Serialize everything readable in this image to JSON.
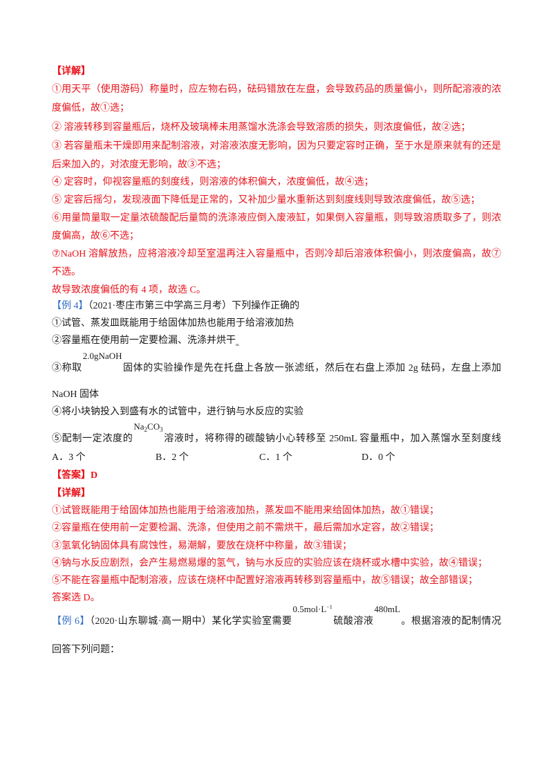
{
  "colors": {
    "red": "#e8141c",
    "blue": "#2f6fc4",
    "black": "#1a1a1a"
  },
  "detail1": {
    "heading": "【详解】",
    "lines": [
      "①用天平（使用游码）称量时，应左物右码，砝码错放在左盘，会导致药品的质量偏小，则所配溶液的浓",
      "度偏低，故①选；",
      "② 溶液转移到容量瓶后，烧杯及玻璃棒未用蒸馏水洗涤会导致溶质的损失，则浓度偏低，故②选；",
      "③ 若容量瓶未干燥即用来配制溶液，对溶液浓度无影响，因为只要定容时正确，至于水是原来就有的还是",
      "后来加入的，对浓度无影响，故③不选；",
      "④ 定容时，仰视容量瓶的刻度线，则溶液的体积偏大，浓度偏低，故④选；",
      "⑤ 定容后摇匀，发现液面下降低是正常的，又补加少量水重新达到刻度线则导致浓度偏低，故⑤选；",
      "⑥用量筒量取一定量浓硫酸配后量筒的洗涤液应倒入废液缸，如果倒入容量瓶，则导致溶质取多了，则浓",
      "度偏高，故⑥不选；",
      "⑦NaOH 溶解放热，应将溶液冷却至室温再注入容量瓶中，否则冷却后溶液体积偏小，则浓度偏高，故⑦",
      "不选。",
      "故导致浓度偏低的有 4 项，故选 C。"
    ]
  },
  "example4": {
    "tag": "【例 4】",
    "stem": "（2021·枣庄市第三中学高三月考）下列操作正确的",
    "item1": "①试管、蒸发皿既能用于给固体加热也能用于给溶液加热",
    "item2": "②容量瓶在使用前一定要检漏、洗涤并烘干",
    "item2_mark": "ₘ",
    "item3_a": "③称取",
    "item3_formula": "2.0gNaOH",
    "item3_b": "固体的实验操作是先在托盘上各放一张滤纸，然后在右盘上添加 2g 砝码，左盘上添加",
    "item3_c": "NaOH 固体",
    "item4": "④将小块钠投入到盛有水的试管中，进行钠与水反应的实验",
    "item5_a": "⑤配制一定浓度的",
    "item5_formula": {
      "p1": "Na",
      "s1": "2",
      "p2": "CO",
      "s2": "3"
    },
    "item5_b": "溶液时，将称得的碳酸钠小心转移至 250mL 容量瓶中，加入蒸馏水至刻度线",
    "options": [
      "A．3 个",
      "B．2 个",
      "C．1 个",
      "D．0 个"
    ],
    "answer_label": "【答案】",
    "answer_value": "D",
    "detail_heading": "【详解】",
    "detail_lines": [
      "①试管既能用于给固体加热也能用于给溶液加热，蒸发皿不能用来给固体加热，故①错误；",
      "②容量瓶在使用前一定要检漏、洗涤，但使用之前不需烘干，最后需加水定容，故②错误；",
      "③氢氧化钠固体具有腐蚀性，易潮解，要放在烧杯中称量，故③错误；",
      "④钠与水反应剧烈，会产生易燃易爆的氢气，钠与水反应的实验应该在烧杯或水槽中实验，故④错误；",
      "⑤不能在容量瓶中配制溶液，应该在烧杯中配置好溶液再转移到容量瓶中，故⑤错误；故全部错误；",
      "答案选 D。"
    ]
  },
  "example6": {
    "tag": "【例 6】",
    "stem_a": "（2020·山东聊城·高一期中）某化学实验室需要",
    "conc": "0.5mol·L",
    "conc_sup": "−1",
    "stem_b": "硫酸溶液",
    "volume": "480mL",
    "stem_c": "。根据溶液的配制情况",
    "stem_d": "回答下列问题："
  }
}
